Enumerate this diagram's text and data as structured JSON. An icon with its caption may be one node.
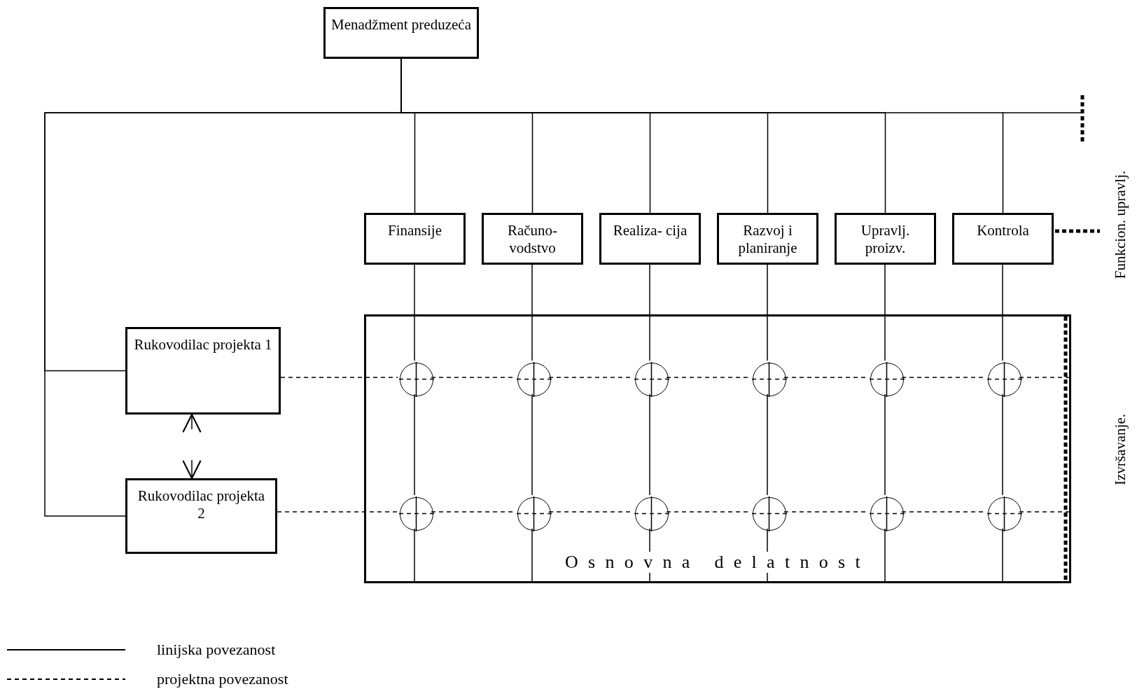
{
  "diagram": {
    "nodes": [
      {
        "text": [
          "Menadžment preduzeća"
        ]
      },
      {
        "text": [
          "Finansije"
        ]
      },
      {
        "text": [
          "Računo- vodstvo"
        ]
      },
      {
        "text": [
          "Realiza- cija"
        ]
      },
      {
        "text": [
          "Razvoj i planiranje"
        ]
      },
      {
        "text": [
          "Upravlj. proizv."
        ]
      },
      {
        "text": [
          "Kontrola"
        ]
      },
      {
        "text": [
          "Rukovodilac projekta 1"
        ]
      },
      {
        "text": [
          "Rukovodilac projekta 2"
        ]
      },
      {
        "text": [
          "Osnovna delatnost"
        ]
      },
      {
        "text": [],
        "shape": "circle",
        "in": 9
      },
      {
        "text": [],
        "shape": "circle",
        "in": 9
      },
      {
        "text": [],
        "shape": "circle",
        "in": 9
      },
      {
        "text": [],
        "shape": "circle",
        "in": 9
      },
      {
        "text": [],
        "shape": "circle",
        "in": 9
      },
      {
        "text": [],
        "shape": "circle",
        "in": 9
      },
      {
        "text": [],
        "shape": "circle",
        "in": 9
      },
      {
        "text": [],
        "shape": "circle",
        "in": 9
      },
      {
        "text": [],
        "shape": "circle",
        "in": 9
      },
      {
        "text": [],
        "shape": "circle",
        "in": 9
      },
      {
        "text": [],
        "shape": "circle",
        "in": 9
      },
      {
        "text": [],
        "shape": "circle",
        "in": 9
      }
    ],
    "edges": [
      {
        "from": 0,
        "to": 1,
        "arrow": "none"
      },
      {
        "from": 0,
        "to": 2,
        "arrow": "none"
      },
      {
        "from": 0,
        "to": 3,
        "arrow": "none"
      },
      {
        "from": 0,
        "to": 4,
        "arrow": "none"
      },
      {
        "from": 0,
        "to": 5,
        "arrow": "none"
      },
      {
        "from": 0,
        "to": 6,
        "arrow": "none"
      },
      {
        "from": 0,
        "to": 7,
        "arrow": "none"
      },
      {
        "from": 0,
        "to": 8,
        "arrow": "none"
      },
      {
        "from": 1,
        "to": 10,
        "arrow": "none"
      },
      {
        "from": 2,
        "to": 11,
        "arrow": "none"
      },
      {
        "from": 3,
        "to": 12,
        "arrow": "none"
      },
      {
        "from": 4,
        "to": 13,
        "arrow": "none"
      },
      {
        "from": 5,
        "to": 14,
        "arrow": "none"
      },
      {
        "from": 6,
        "to": 15,
        "arrow": "none"
      },
      {
        "from": 10,
        "to": 16,
        "arrow": "none"
      },
      {
        "from": 11,
        "to": 17,
        "arrow": "none"
      },
      {
        "from": 12,
        "to": 18,
        "arrow": "none"
      },
      {
        "from": 13,
        "to": 19,
        "arrow": "none"
      },
      {
        "from": 14,
        "to": 20,
        "arrow": "none"
      },
      {
        "from": 15,
        "to": 21,
        "arrow": "none"
      },
      {
        "from": 16,
        "to": 9,
        "arrow": "none"
      },
      {
        "from": 17,
        "to": 9,
        "arrow": "none"
      },
      {
        "from": 18,
        "to": 9,
        "arrow": "none"
      },
      {
        "from": 19,
        "to": 9,
        "arrow": "none"
      },
      {
        "from": 20,
        "to": 9,
        "arrow": "none"
      },
      {
        "from": 21,
        "to": 9,
        "arrow": "none"
      },
      {
        "from": 7,
        "to": 10,
        "arrow": "none",
        "style": "dashed"
      },
      {
        "from": 10,
        "to": 11,
        "arrow": "none",
        "style": "dashed"
      },
      {
        "from": 11,
        "to": 12,
        "arrow": "none",
        "style": "dashed"
      },
      {
        "from": 12,
        "to": 13,
        "arrow": "none",
        "style": "dashed"
      },
      {
        "from": 13,
        "to": 14,
        "arrow": "none",
        "style": "dashed"
      },
      {
        "from": 14,
        "to": 15,
        "arrow": "none",
        "style": "dashed"
      },
      {
        "from": 15,
        "to": 9,
        "arrow": "none",
        "style": "dashed"
      },
      {
        "from": 8,
        "to": 16,
        "arrow": "none",
        "style": "dashed"
      },
      {
        "from": 16,
        "to": 17,
        "arrow": "none",
        "style": "dashed"
      },
      {
        "from": 17,
        "to": 18,
        "arrow": "none",
        "style": "dashed"
      },
      {
        "from": 18,
        "to": 19,
        "arrow": "none",
        "style": "dashed"
      },
      {
        "from": 19,
        "to": 20,
        "arrow": "none",
        "style": "dashed"
      },
      {
        "from": 20,
        "to": 21,
        "arrow": "none",
        "style": "dashed"
      },
      {
        "from": 21,
        "to": 9,
        "arrow": "none",
        "style": "dashed"
      },
      {
        "from": null,
        "to": 7,
        "arrow": "to"
      },
      {
        "from": null,
        "to": 8,
        "arrow": "to"
      }
    ],
    "labels": [
      "Funkcion. upravlj.",
      "Izvršavanje."
    ],
    "legend": [
      {
        "text": "linijska povezanost"
      },
      {
        "text": "projektna povezanost"
      }
    ]
  }
}
